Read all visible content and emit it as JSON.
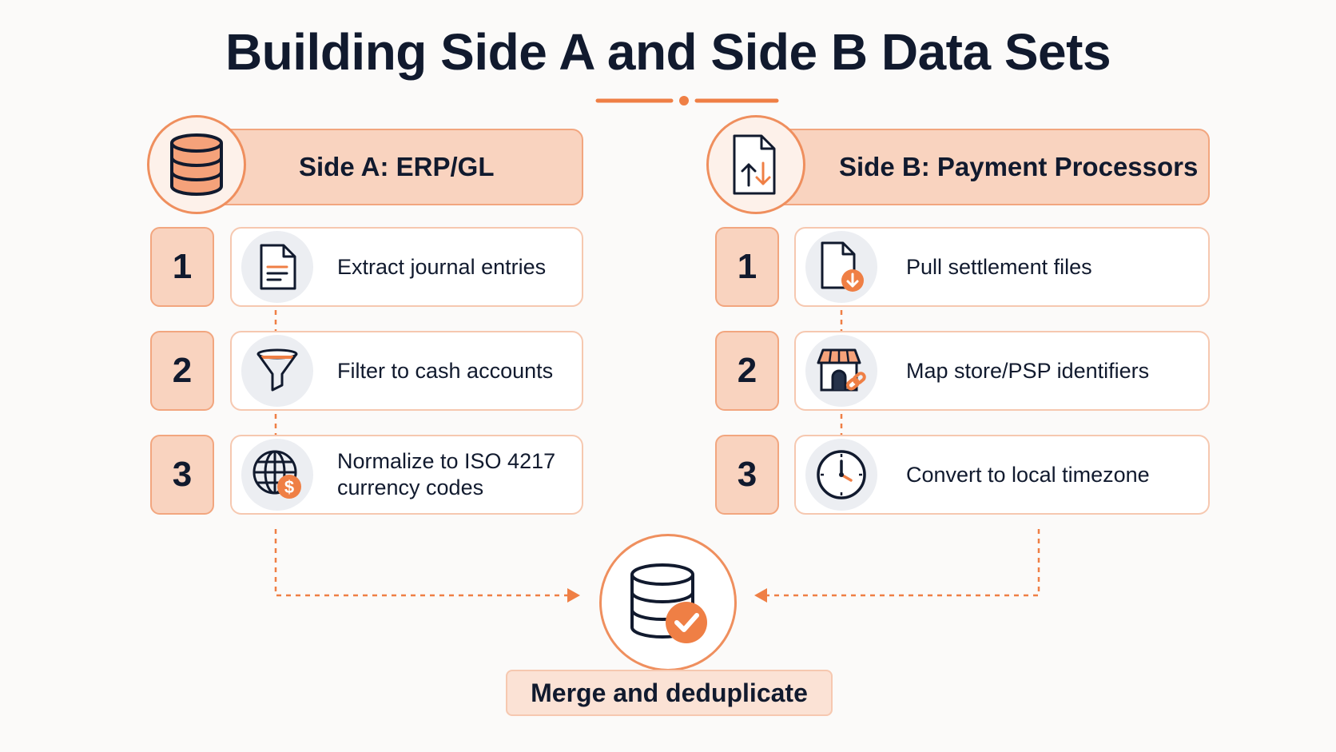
{
  "title": "Building Side A and Side B Data Sets",
  "colors": {
    "accent": "#ef7f45",
    "accent_light": "#f9d3bf",
    "text_dark": "#111a2e",
    "icon_bg": "#eceef2"
  },
  "side_a": {
    "header": "Side A: ERP/GL",
    "header_icon": "database-icon",
    "steps": [
      {
        "number": "1",
        "text": "Extract journal entries",
        "icon": "document-icon"
      },
      {
        "number": "2",
        "text": "Filter to cash accounts",
        "icon": "funnel-icon"
      },
      {
        "number": "3",
        "text": "Normalize to ISO 4217 currency codes",
        "icon": "globe-currency-icon"
      }
    ]
  },
  "side_b": {
    "header": "Side B: Payment Processors",
    "header_icon": "file-transfer-icon",
    "steps": [
      {
        "number": "1",
        "text": "Pull settlement files",
        "icon": "file-download-icon"
      },
      {
        "number": "2",
        "text": "Map store/PSP identifiers",
        "icon": "store-link-icon"
      },
      {
        "number": "3",
        "text": "Convert to local timezone",
        "icon": "clock-icon"
      }
    ]
  },
  "merge": {
    "label": "Merge and deduplicate",
    "icon": "database-check-icon"
  }
}
